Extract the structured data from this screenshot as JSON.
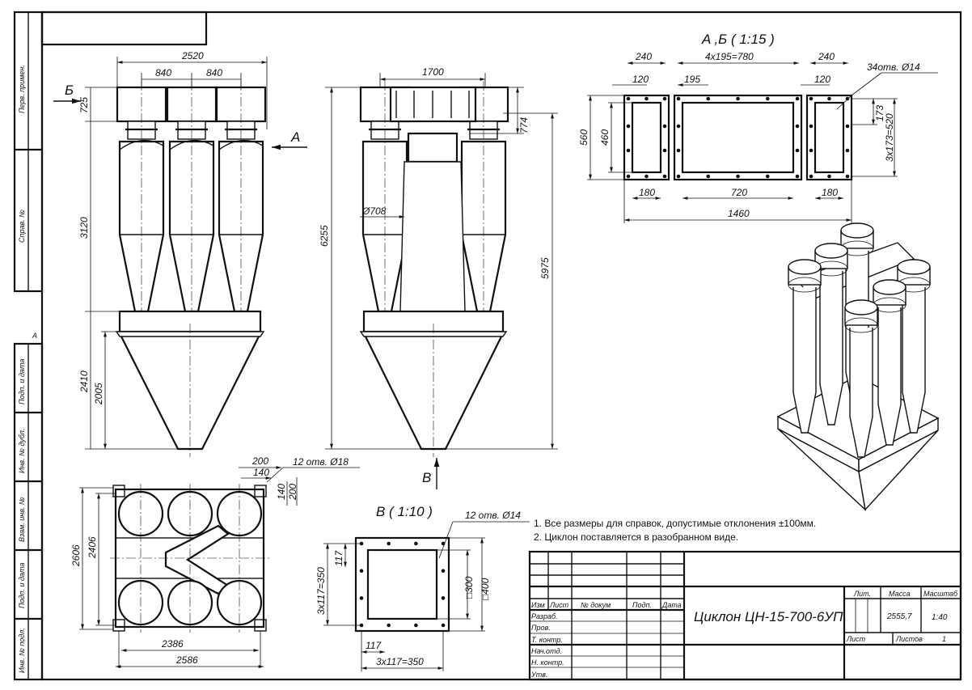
{
  "margin_labels": [
    "Перв. примен.",
    "Справ. №",
    "Подп. и дата",
    "Инв. № дубл.",
    "Взам. инв. №",
    "Подп. и дата",
    "Инв. № подл."
  ],
  "margin_mark": "A",
  "front_view": {
    "dims": {
      "width": "2520",
      "pitch1": "840",
      "pitch2": "840",
      "inlet_h": "725",
      "body_h": "3120",
      "bunker_h": "2410",
      "cone_h": "2005"
    },
    "arrow_b": "Б",
    "arrow_a": "A"
  },
  "side_view": {
    "dims": {
      "width": "1700",
      "outlet_h": "774",
      "total_h": "6255",
      "h2": "5975",
      "diameter": "Ø708"
    },
    "arrow_v": "B"
  },
  "flange_view": {
    "title": "A ,Б ( 1:15 )",
    "dims": {
      "w240a": "240",
      "w240b": "240",
      "pitch": "4x195=780",
      "w120a": "120",
      "w195": "195",
      "w120b": "120",
      "holes": "34отв. Ø14",
      "h560": "560",
      "h460": "460",
      "h173": "173",
      "h520": "3x173=520",
      "w180a": "180",
      "w720": "720",
      "w180b": "180",
      "w1460": "1460"
    }
  },
  "plan_view": {
    "dims": {
      "h2606": "2606",
      "h2406": "2406",
      "w2386": "2386",
      "w2586": "2586",
      "w200": "200",
      "w140": "140",
      "h140": "140",
      "h200": "200",
      "holes": "12 отв. Ø18"
    }
  },
  "v_view": {
    "title": "B ( 1:10 )",
    "dims": {
      "holes": "12 отв. Ø14",
      "h117": "117",
      "h350": "3x117=350",
      "sq300": "□300",
      "sq400": "□400",
      "w117": "117",
      "w350": "3x117=350"
    }
  },
  "notes": [
    "1. Все размеры для справок, допустимые отклонения ±100мм.",
    "2. Циклон поставляется в разобранном виде."
  ],
  "title_block": {
    "headers": [
      "Изм",
      "Лист",
      "№ докум",
      "Подп.",
      "Дата"
    ],
    "roles": [
      "Разраб.",
      "Пров.",
      "Т. контр.",
      "Нач.отд.",
      "Н. контр.",
      "Утв."
    ],
    "designation": "Циклон ЦН-15-700-6УП",
    "lit_label": "Лит.",
    "mass_label": "Масса",
    "scale_label": "Масштаб",
    "mass": "2555,7",
    "scale": "1:40",
    "sheet_label": "Лист",
    "sheets_label": "Листов",
    "sheets": "1"
  }
}
